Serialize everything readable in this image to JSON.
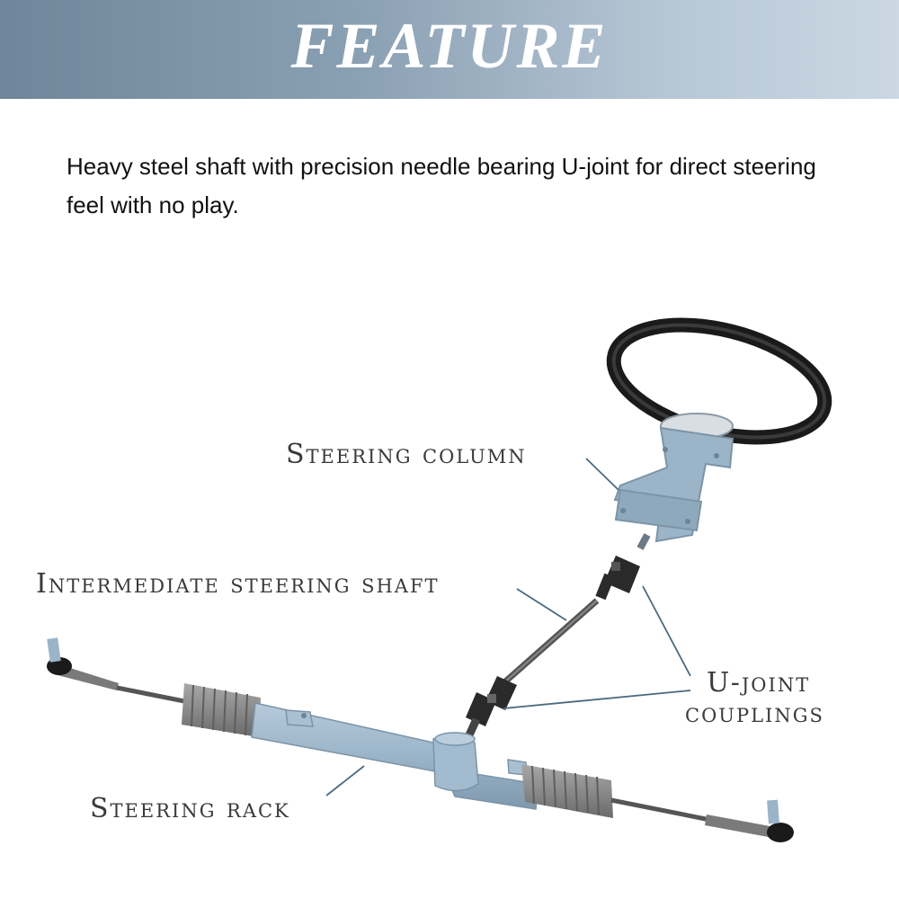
{
  "header": {
    "title": "FEATURE",
    "gradient_start": "#6f8599",
    "gradient_end": "#cbd8e3"
  },
  "description": "Heavy steel shaft with precision needle bearing U-joint for direct steering feel with no play.",
  "diagram": {
    "labels": {
      "steering_column": "Steering column",
      "intermediate_shaft": "Intermediate steering shaft",
      "u_joint_line1": "U-joint",
      "u_joint_line2": "couplings",
      "steering_rack": "Steering rack"
    },
    "colors": {
      "rack_blue": "#9bb4c8",
      "boot_gray": "#8c8c8c",
      "wheel_black": "#1a1a1a",
      "leader_line": "#4a6a80"
    }
  }
}
